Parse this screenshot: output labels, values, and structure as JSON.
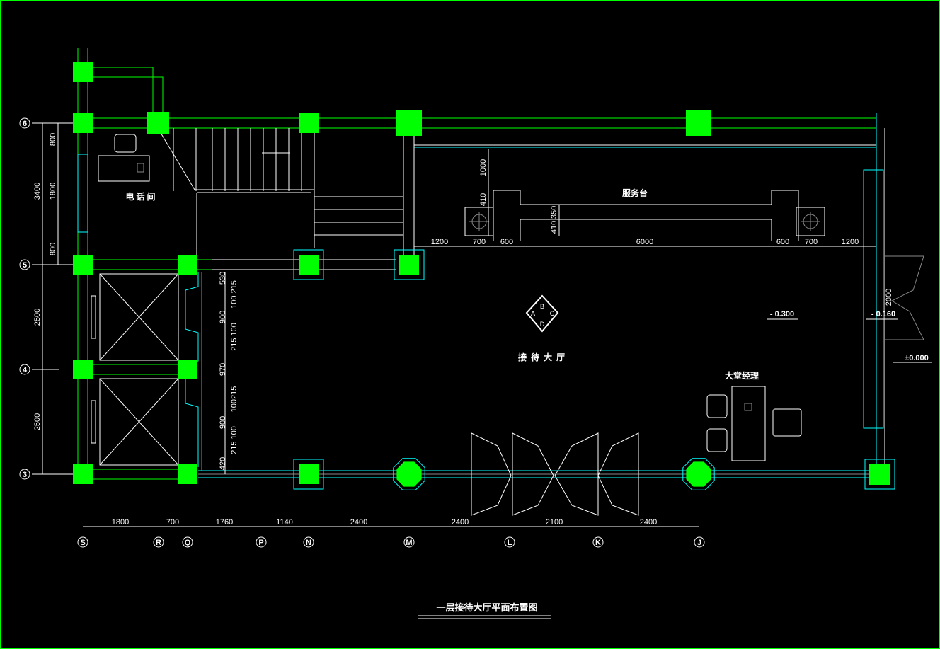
{
  "title": "一层接待大厅平面布置图",
  "rooms": {
    "phone_room": "电话间",
    "service_desk": "服务台",
    "reception_hall": "接待大厅",
    "lobby_manager": "大堂经理"
  },
  "elevations": {
    "hall": "- 0.300",
    "entrance": "- 0.160",
    "outside": "±0.000"
  },
  "compass": [
    "A",
    "B",
    "C",
    "D"
  ],
  "grid_rows": [
    "6",
    "5",
    "4",
    "3"
  ],
  "grid_cols": [
    "S",
    "R",
    "Q",
    "P",
    "N",
    "M",
    "L",
    "K",
    "J"
  ],
  "dims": {
    "left_outer": [
      "3400",
      "2500",
      "2500"
    ],
    "left_inner": [
      "800",
      "1800",
      "800"
    ],
    "elevator": [
      "530",
      "100 215",
      "900",
      "215 100",
      "970",
      "100215",
      "900",
      "215 100",
      "420"
    ],
    "bottom": [
      "1800",
      "700",
      "1760",
      "1140",
      "2400",
      "2400",
      "2100",
      "2400"
    ],
    "desk_horizontal": [
      "1200",
      "700",
      "600",
      "6000",
      "600",
      "700",
      "1200"
    ],
    "desk_vertical": [
      "1000",
      "410",
      "350",
      "410"
    ],
    "entrance": "2000"
  }
}
